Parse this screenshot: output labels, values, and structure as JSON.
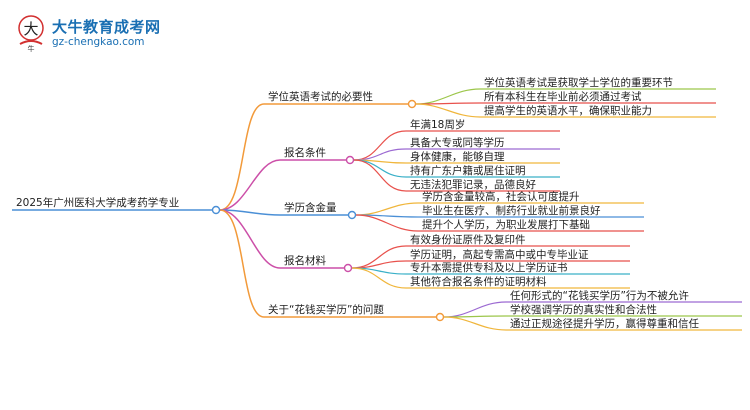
{
  "logo": {
    "name": "大牛教育成考网",
    "url": "gz-chengkao.com"
  },
  "root": {
    "label": "2025年广州医科大学成考药学专业"
  },
  "branches": [
    {
      "label": "学位英语考试的必要性",
      "color": "#f29a3a",
      "children": [
        "学位英语考试是获取学士学位的重要环节",
        "所有本科生在毕业前必须通过考试",
        "提高学生的英语水平，确保职业能力"
      ],
      "child_colors": [
        "#9cc64a",
        "#e8514c",
        "#f0b63c"
      ]
    },
    {
      "label": "报名条件",
      "color": "#cc4fa8",
      "children": [
        "年满18周岁",
        "具备大专或同等学历",
        "身体健康，能够自理",
        "持有广东户籍或居住证明",
        "无违法犯罪记录，品德良好"
      ],
      "child_colors": [
        "#e8514c",
        "#9c6ad2",
        "#f0b63c",
        "#3ab0c8",
        "#e8514c"
      ]
    },
    {
      "label": "学历含金量",
      "color": "#4a8fd6",
      "children": [
        "学历含金量较高，社会认可度提升",
        "毕业生在医疗、制药行业就业前景良好",
        "提升个人学历，为职业发展打下基础"
      ],
      "child_colors": [
        "#f0b63c",
        "#4a8fd6",
        "#e8514c"
      ]
    },
    {
      "label": "报名材料",
      "color": "#cc4fa8",
      "children": [
        "有效身份证原件及复印件",
        "学历证明，高起专需高中或中专毕业证",
        "专升本需提供专科及以上学历证书",
        "其他符合报名条件的证明材料"
      ],
      "child_colors": [
        "#e8514c",
        "#e8514c",
        "#3ab0c8",
        "#f0b63c"
      ]
    },
    {
      "label": "关于“花钱买学历”的问题",
      "color": "#f29a3a",
      "children": [
        "任何形式的“花钱买学历”行为不被允许",
        "学校强调学历的真实性和合法性",
        "通过正规途径提升学历，赢得尊重和信任"
      ],
      "child_colors": [
        "#9c6ad2",
        "#9cc64a",
        "#f0b63c"
      ]
    }
  ],
  "root_color": "#4a8fd6"
}
